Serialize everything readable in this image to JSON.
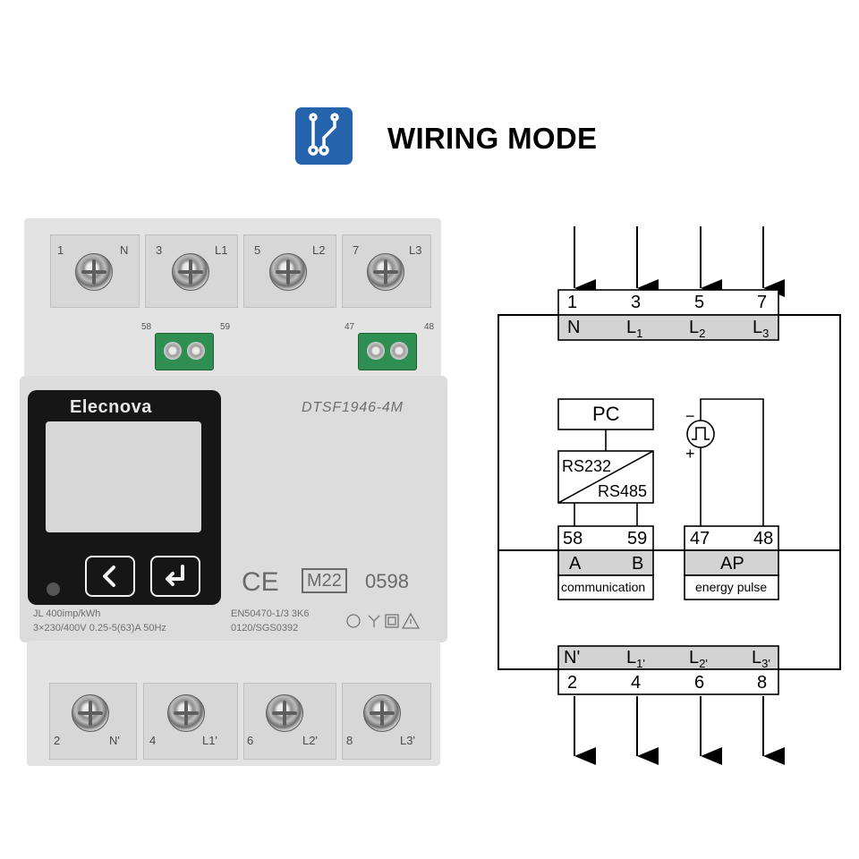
{
  "header": {
    "title": "WIRING MODE",
    "icon": "wiring-mode-icon",
    "icon_color": "#2563ad"
  },
  "meter": {
    "brand": "Elecnova",
    "model": "DTSF1946-4M",
    "top_terminals": [
      {
        "number": "1",
        "label": "N"
      },
      {
        "number": "3",
        "label": "L1"
      },
      {
        "number": "5",
        "label": "L2"
      },
      {
        "number": "7",
        "label": "L3"
      }
    ],
    "aux_terminals": {
      "left_a": "58",
      "left_b": "59",
      "right_a": "47",
      "right_b": "48"
    },
    "bottom_terminals": [
      {
        "number": "2",
        "label": "N'"
      },
      {
        "number": "4",
        "label": "L1'"
      },
      {
        "number": "6",
        "label": "L2'"
      },
      {
        "number": "8",
        "label": "L3'"
      }
    ],
    "spec_line1": "JL 400imp/kWh",
    "spec_line2": "3×230/400V  0.25-5(63)A  50Hz",
    "ce_mark": "CE",
    "metrology_mark": "M22",
    "cert_number": "0598",
    "standard": "EN50470-1/3  3K6",
    "cert_ref": "0120/SGS0392",
    "buttons": [
      "back-button",
      "enter-button"
    ]
  },
  "diagram": {
    "inputs": [
      "1",
      "3",
      "5",
      "7"
    ],
    "input_labels": [
      {
        "main": "N",
        "sub": ""
      },
      {
        "main": "L",
        "sub": "1"
      },
      {
        "main": "L",
        "sub": "2"
      },
      {
        "main": "L",
        "sub": "3"
      }
    ],
    "outputs": [
      "2",
      "4",
      "6",
      "8"
    ],
    "output_labels": [
      {
        "main": "N'",
        "sub": ""
      },
      {
        "main": "L",
        "sub": "1'"
      },
      {
        "main": "L",
        "sub": "2'"
      },
      {
        "main": "L",
        "sub": "3'"
      }
    ],
    "pc_label": "PC",
    "converter_top": "RS232",
    "converter_bottom": "RS485",
    "comm_terminals": [
      "58",
      "59"
    ],
    "comm_labels": [
      "A",
      "B"
    ],
    "comm_caption": "communication",
    "pulse_terminals": [
      "47",
      "48"
    ],
    "pulse_label": "AP",
    "pulse_caption": "energy pulse",
    "pulse_minus": "−",
    "pulse_plus": "+",
    "shade_color": "#d3d3d3"
  }
}
